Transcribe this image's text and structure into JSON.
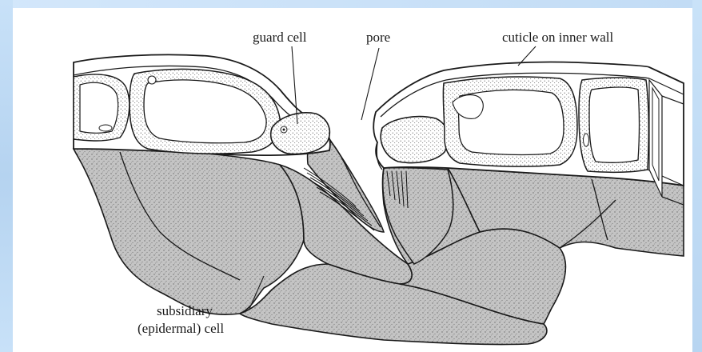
{
  "diagram": {
    "labels": {
      "guard_cell": "guard cell",
      "pore": "pore",
      "cuticle": "cuticle on inner wall",
      "subsidiary_line1": "subsidiary",
      "subsidiary_line2": "(epidermal) cell"
    },
    "colors": {
      "background": "#c4def6",
      "canvas": "#ffffff",
      "ink": "#1a1a1a",
      "subsidiary_fill": "#bdbdbd",
      "cell_fill": "#ffffff",
      "stipple": "#555555"
    }
  }
}
